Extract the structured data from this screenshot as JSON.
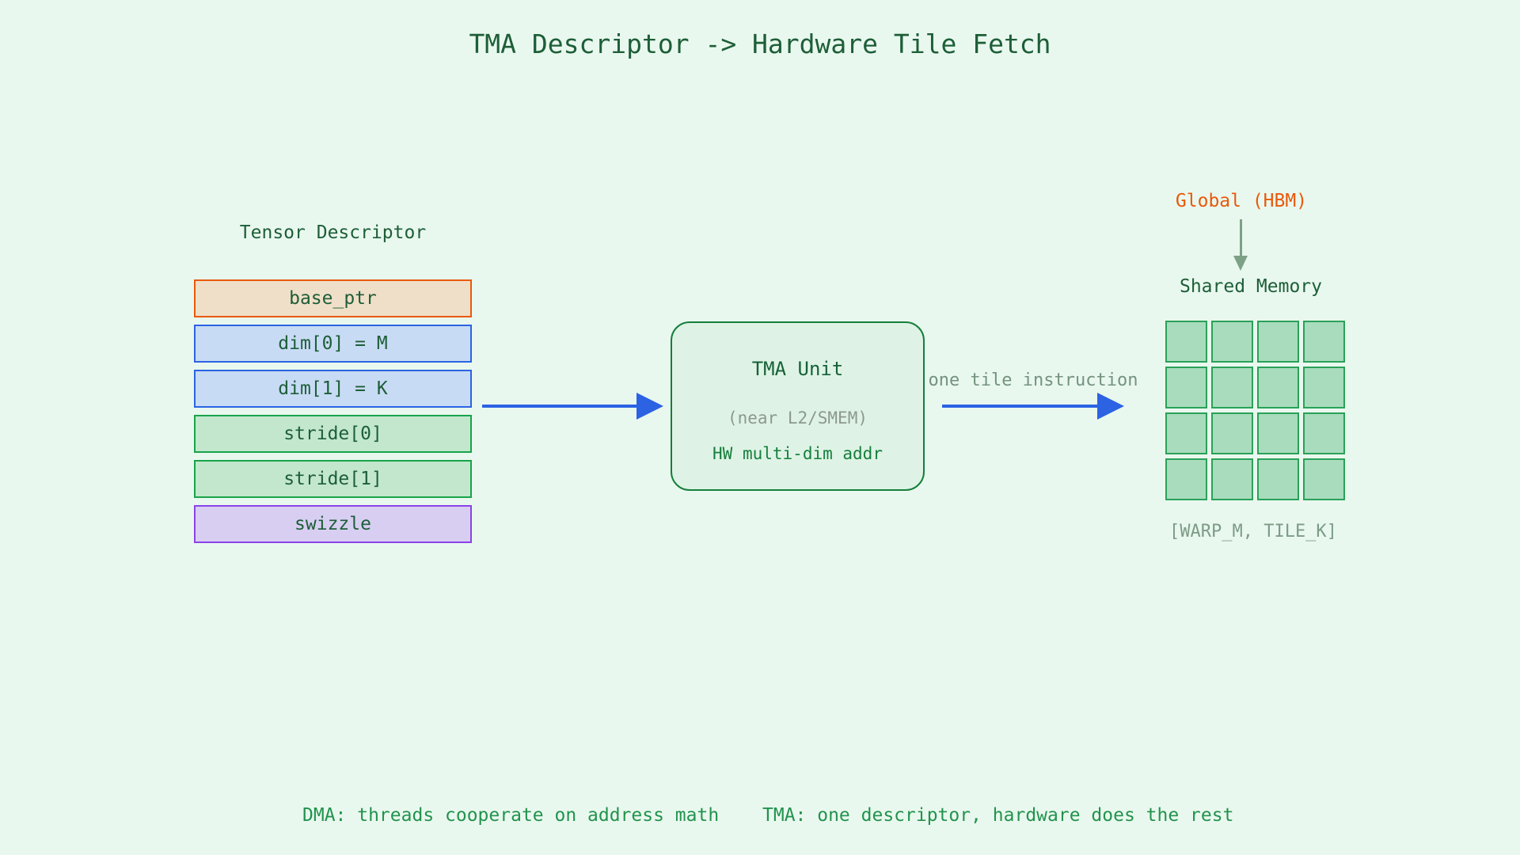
{
  "title": "TMA Descriptor -> Hardware Tile Fetch",
  "descriptor": {
    "label": "Tensor Descriptor",
    "fields": [
      {
        "label": "base_ptr",
        "fill": "#f0dfc8",
        "border": "#e8590c"
      },
      {
        "label": "dim[0] = M",
        "fill": "#c8dbf4",
        "border": "#2b63e3"
      },
      {
        "label": "dim[1] = K",
        "fill": "#c8dbf4",
        "border": "#2b63e3"
      },
      {
        "label": "stride[0]",
        "fill": "#c2e7cd",
        "border": "#18a34a"
      },
      {
        "label": "stride[1]",
        "fill": "#c2e7cd",
        "border": "#18a34a"
      },
      {
        "label": "swizzle",
        "fill": "#d8cef2",
        "border": "#8b42e8"
      }
    ]
  },
  "tma_unit": {
    "title": "TMA Unit",
    "subtitle": "(near L2/SMEM)",
    "note": "HW multi-dim addr"
  },
  "flow": {
    "tile_instruction_label": "one tile instruction"
  },
  "memory": {
    "global_label": "Global (HBM)",
    "shared_label": "Shared Memory",
    "grid_rows": 4,
    "grid_cols": 4,
    "grid_caption": "[WARP_M, TILE_K]"
  },
  "footer": {
    "dma_note": "DMA: threads cooperate on address math",
    "tma_note": "TMA: one descriptor, hardware does the rest"
  },
  "colors": {
    "background": "#e9f8ee",
    "title_text": "#1d5e38",
    "arrow_blue": "#2b63e3",
    "global_orange": "#e8590c",
    "hbm_arrow": "#7da185",
    "muted_label": "#74937f",
    "tma_box_fill": "#def3e5",
    "tma_box_border": "#157f3c",
    "smem_cell_fill": "#a8dcbc",
    "smem_cell_border": "#2aa159",
    "footer_green": "#22934e"
  }
}
